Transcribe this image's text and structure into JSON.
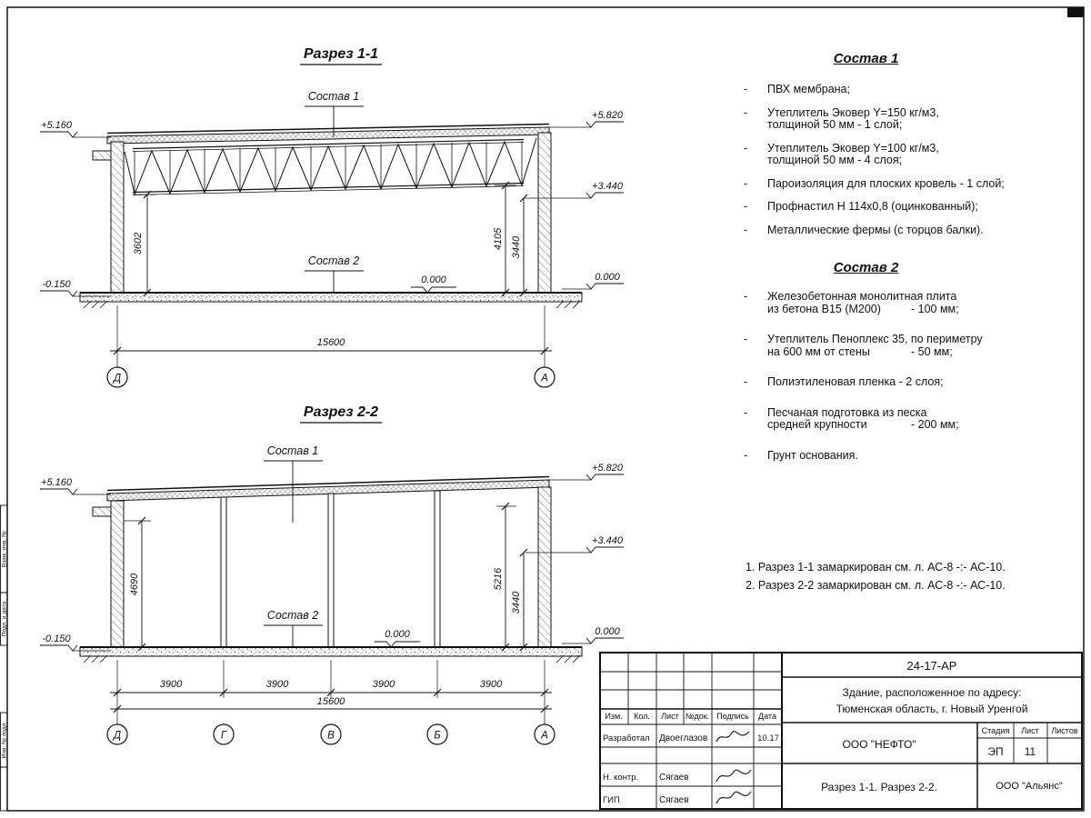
{
  "ui": {
    "dash": "-"
  },
  "frame": {
    "left_stamps": [
      "Взам. инв. №",
      "Подп. и дата",
      "Инв. № подл."
    ]
  },
  "section1": {
    "title": "Разрез 1-1",
    "sostav1_label": "Состав 1",
    "sostav2_label": "Состав 2",
    "elev": {
      "left_top": "+5.160",
      "left_bottom": "-0.150",
      "right_top": "+5.820",
      "right_mid": "+3.440",
      "right_bottom": "0.000",
      "floor": "0.000"
    },
    "dims": {
      "left_height": "3602",
      "right_height1": "4105",
      "right_height2": "3440",
      "total": "15600"
    },
    "axes": [
      "Д",
      "А"
    ]
  },
  "section2": {
    "title": "Разрез 2-2",
    "sostav1_label": "Состав 1",
    "sostav2_label": "Состав 2",
    "elev": {
      "left_top": "+5.160",
      "left_bottom": "-0.150",
      "right_top": "+5.820",
      "right_mid": "+3.440",
      "right_bottom": "0.000",
      "floor": "0.000"
    },
    "dims": {
      "left_height": "4690",
      "right_height1": "5216",
      "right_height2": "3440",
      "bays": [
        "3900",
        "3900",
        "3900",
        "3900"
      ],
      "total": "15600"
    },
    "axes": [
      "Д",
      "Г",
      "В",
      "Б",
      "А"
    ]
  },
  "sostav1": {
    "title": "Состав 1",
    "items": [
      {
        "l1": "ПВХ мембрана;"
      },
      {
        "l1": "Утеплитель Эковер Y=150 кг/м3,",
        "l2": "толщиной 50 мм - 1 слой;"
      },
      {
        "l1": "Утеплитель Эковер Y=100 кг/м3,",
        "l2": "толщиной 50 мм - 4 слоя;"
      },
      {
        "l1": "Пароизоляция для плоских кровель - 1 слой;"
      },
      {
        "l1": "Профнастил Н 114х0,8 (оцинкованный);"
      },
      {
        "l1": "Металлические фермы (с торцов балки)."
      }
    ]
  },
  "sostav2": {
    "title": "Состав 2",
    "items": [
      {
        "l1": "Железобетонная  монолитная плита",
        "l2": "из бетона В15 (М200)",
        "val": "- 100 мм;"
      },
      {
        "l1": "Утеплитель Пеноплекс 35, по периметру",
        "l2": "на 600 мм от стены",
        "val": "- 50 мм;"
      },
      {
        "l1": "Полиэтиленовая пленка - 2 слоя;"
      },
      {
        "l1": "Песчаная подготовка из песка",
        "l2": "средней крупности",
        "val": "- 200 мм;"
      },
      {
        "l1": "Грунт основания."
      }
    ]
  },
  "notes": [
    "1. Разрез 1-1 замаркирован см. л. АС-8 -:- АС-10.",
    "2. Разрез 2-2 замаркирован см. л. АС-8 -:- АС-10."
  ],
  "titleblock": {
    "doc_code": "24-17-АР",
    "object_line1": "Здание, расположенное по адресу:",
    "object_line2": "Тюменская область, г. Новый Уренгой",
    "columns": [
      "Изм.",
      "Кол.",
      "Лист",
      "№док.",
      "Подпись",
      "Дата"
    ],
    "rows": [
      {
        "role": "Разработал",
        "name": "Двоеглазов",
        "date": "10.17"
      },
      {
        "role": "Н. контр.",
        "name": "Сягаев",
        "date": ""
      },
      {
        "role": "ГИП",
        "name": "Сягаев",
        "date": ""
      }
    ],
    "company": "ООО \"НЕФТО\"",
    "stage_label": "Стадия",
    "sheet_label": "Лист",
    "sheets_label": "Листов",
    "stage": "ЭП",
    "sheet": "11",
    "sheet_title": "Разрез 1-1. Разрез 2-2.",
    "contractor": "ООО \"Альянс\""
  }
}
